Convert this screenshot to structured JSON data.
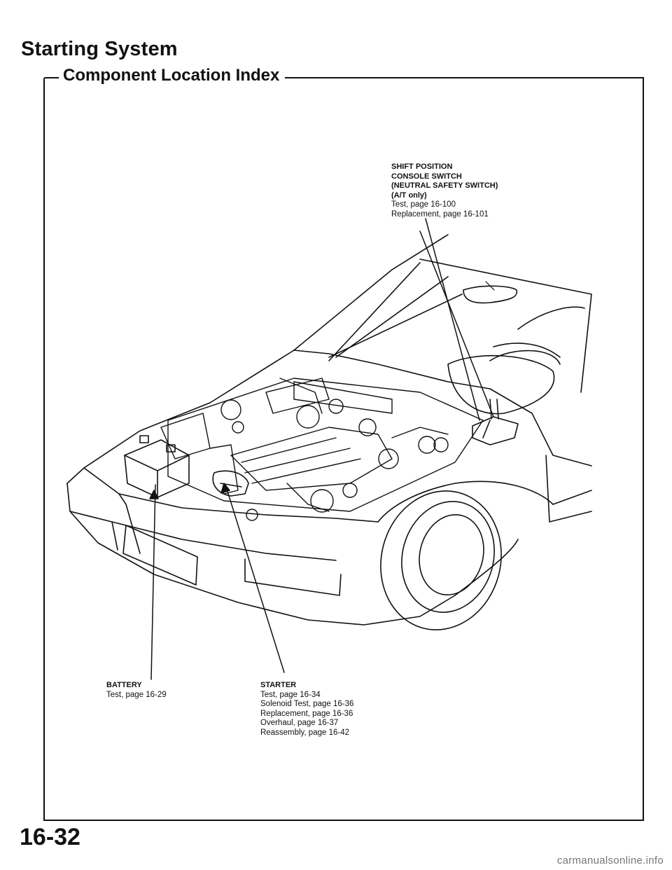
{
  "page": {
    "title": "Starting System",
    "section": "Component Location Index",
    "page_number": "16-32",
    "footer": "carmanualsonline.info"
  },
  "callouts": {
    "shift_switch": {
      "name_lines": [
        "SHIFT POSITION",
        "CONSOLE SWITCH",
        "(NEUTRAL SAFETY SWITCH)",
        "(A/T only)"
      ],
      "refs": [
        "Test, page 16-100",
        "Replacement, page 16-101"
      ]
    },
    "battery": {
      "name": "BATTERY",
      "refs": [
        "Test, page 16-29"
      ]
    },
    "starter": {
      "name": "STARTER",
      "refs": [
        "Test, page 16-34",
        "Solenoid Test, page 16-36",
        "Replacement, page 16-36",
        "Overhaul, page 16-37",
        "Reassembly, page 16-42"
      ]
    }
  }
}
